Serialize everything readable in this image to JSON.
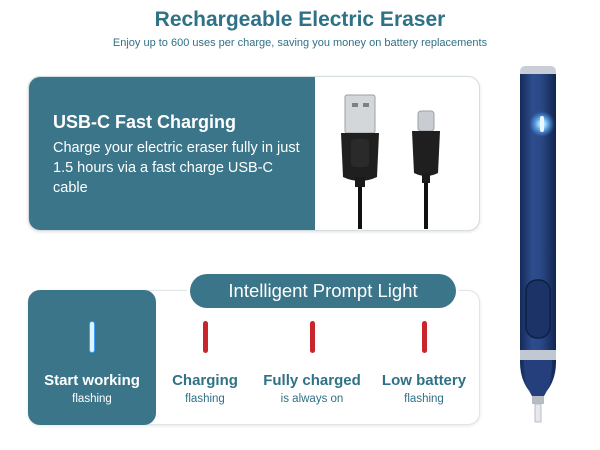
{
  "header": {
    "title": "Rechargeable Electric Eraser",
    "subtitle": "Enjoy up to 600 uses per charge, saving you money on battery replacements"
  },
  "usb_section": {
    "heading": "USB-C Fast Charging",
    "description": "Charge your electric eraser fully in just 1.5 hours via a fast charge USB-C cable",
    "image": "usb-cable-icon"
  },
  "indicator_section": {
    "title": "Intelligent Prompt Light",
    "states": [
      {
        "label": "Start working",
        "sub": "flashing",
        "color": "#3da1ff"
      },
      {
        "label": "Charging",
        "sub": "flashing",
        "color": "#c8262c"
      },
      {
        "label": "Fully charged",
        "sub": "is always on",
        "color": "#c8262c"
      },
      {
        "label": "Low battery",
        "sub": "flashing",
        "color": "#c8262c"
      }
    ]
  },
  "product": {
    "image": "electric-eraser-pen",
    "body_color": "#243f7a",
    "light_color": "#3da1ff"
  },
  "colors": {
    "accent": "#3b7589",
    "text": "#2f7186"
  }
}
